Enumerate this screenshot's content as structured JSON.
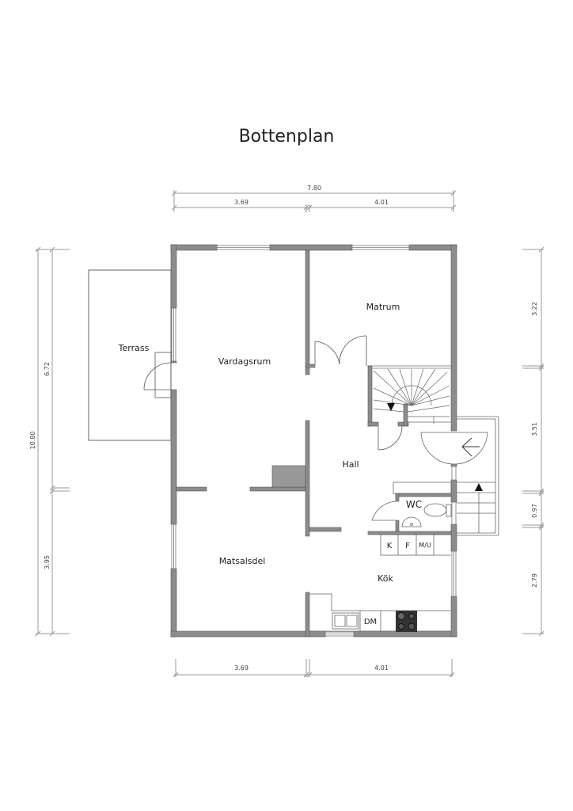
{
  "title": "Bottenplan",
  "rooms": {
    "terrass": "Terrass",
    "vardagsrum": "Vardagsrum",
    "matrum": "Matrum",
    "hall": "Hall",
    "wc": "WC",
    "matsalsdel": "Matsalsdel",
    "kok": "Kök"
  },
  "fixtures": {
    "k": "K",
    "f": "F",
    "mu": "M/U",
    "dm": "DM"
  },
  "dimensions": {
    "top_total": "7.80",
    "top_left": "3.69",
    "top_right": "4.01",
    "bottom_left": "3.69",
    "bottom_right": "4.01",
    "left_total": "10.80",
    "left_upper": "6.72",
    "left_lower": "3.95",
    "right_1": "3.22",
    "right_2": "3.51",
    "right_3": "0.97",
    "right_4": "2.79"
  },
  "colors": {
    "wall": "#8c8c8c",
    "line": "#555555",
    "dimension": "#888888"
  }
}
